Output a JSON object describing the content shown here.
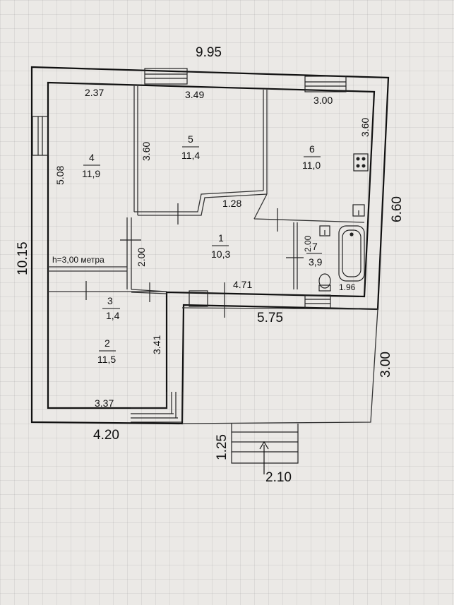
{
  "overall": {
    "width_top": "9.95",
    "height_left": "10.15",
    "right_side": "6.60",
    "bottom_left": "4.20",
    "porch_width": "5.75",
    "porch_depth": "3.00",
    "steps_depth": "1.25",
    "steps_width": "2.10",
    "ceiling_height": "h=3,00 метра"
  },
  "rooms": [
    {
      "num": "1",
      "area": "10,3"
    },
    {
      "num": "2",
      "area": "11,5"
    },
    {
      "num": "3",
      "area": "1,4"
    },
    {
      "num": "4",
      "area": "11,9"
    },
    {
      "num": "5",
      "area": "11,4"
    },
    {
      "num": "6",
      "area": "11,0"
    },
    {
      "num": "7",
      "area": "3,9"
    }
  ],
  "inner_dims": {
    "room4_top": "2.37",
    "room4_height": "5.08",
    "room5_top": "3.49",
    "room5_height": "3.60",
    "room6_top": "3.00",
    "room6_height": "3.60",
    "hall_width": "1.28",
    "hall_height": "2.00",
    "hall_bottom": "4.71",
    "bath_height": "2.00",
    "bath_width": "1.96",
    "room2_height": "3.41",
    "room2_bottom": "3.37"
  }
}
